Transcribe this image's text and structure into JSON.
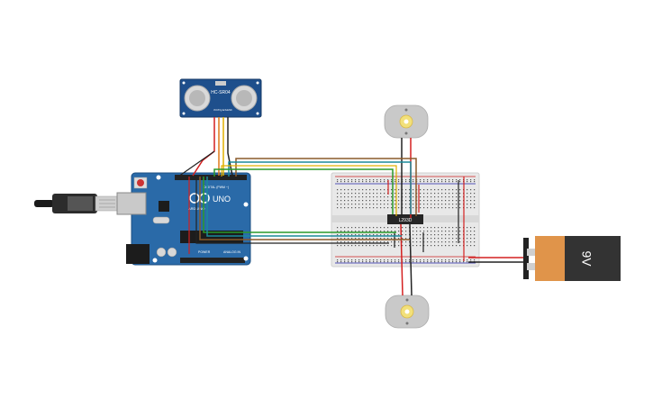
{
  "sensor": {
    "model_label": "HC-SR04",
    "pin_labels": [
      "VCC",
      "Trig",
      "Echo",
      "GND"
    ]
  },
  "arduino": {
    "brand_label": "ARDUINO",
    "model_label": "UNO",
    "digital_label": "DIGITAL (PWM ~)",
    "power_label": "POWER",
    "analog_label": "ANALOG IN"
  },
  "driver_chip": {
    "label": "L293D"
  },
  "battery": {
    "label": "9V"
  },
  "colors": {
    "arduino_board": "#2a6aa8",
    "sensor_board": "#1e4f8c",
    "wire_red": "#d42020",
    "wire_black": "#222222",
    "wire_green": "#2a9a2a",
    "wire_yellow": "#e0b000",
    "wire_orange": "#e07818",
    "wire_brown": "#8a5a2a",
    "wire_teal": "#1a8a9a",
    "battery_orange": "#e0944a",
    "battery_dark": "#333333"
  }
}
